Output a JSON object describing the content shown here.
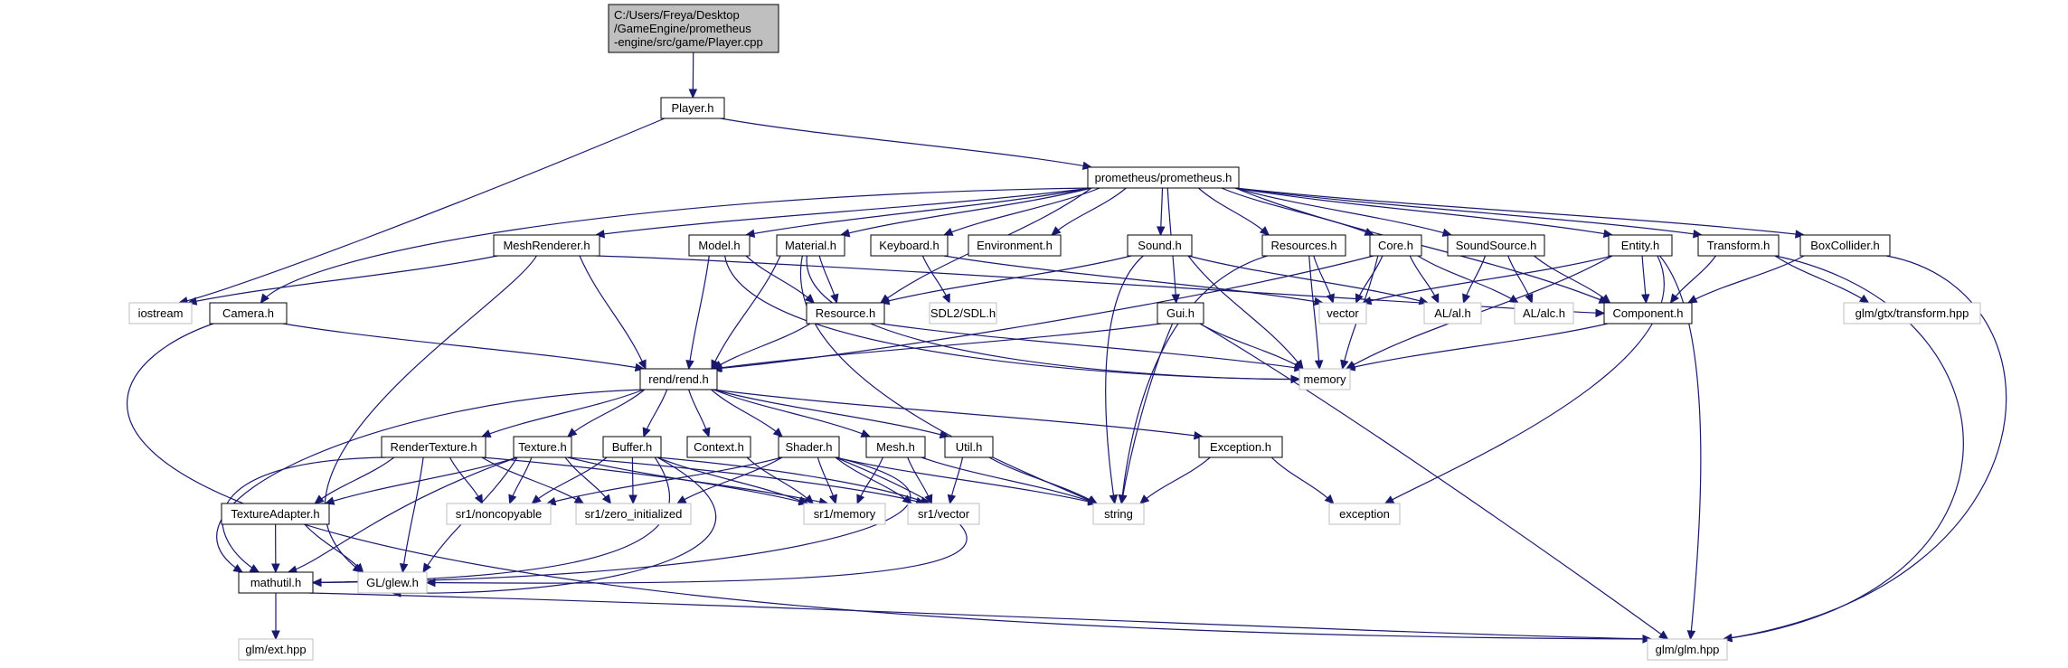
{
  "diagram": {
    "title": "",
    "colors": {
      "edge": "#191970",
      "root_fill": "#bfbfbf",
      "node_border": "#000000",
      "system_border": "#bfbfbf",
      "node_fill": "#ffffff"
    },
    "nodes": [
      {
        "id": "root",
        "kind": "root",
        "lines": [
          "C:/Users/Freya/Desktop",
          "/GameEngine/prometheus",
          "-engine/src/game/Player.cpp"
        ]
      },
      {
        "id": "player_h",
        "kind": "header",
        "lines": [
          "Player.h"
        ]
      },
      {
        "id": "prometheus_h",
        "kind": "header",
        "lines": [
          "prometheus/prometheus.h"
        ]
      },
      {
        "id": "iostream",
        "kind": "system",
        "lines": [
          "iostream"
        ]
      },
      {
        "id": "camera_h",
        "kind": "header",
        "lines": [
          "Camera.h"
        ]
      },
      {
        "id": "meshrenderer_h",
        "kind": "header",
        "lines": [
          "MeshRenderer.h"
        ]
      },
      {
        "id": "model_h",
        "kind": "header",
        "lines": [
          "Model.h"
        ]
      },
      {
        "id": "material_h",
        "kind": "header",
        "lines": [
          "Material.h"
        ]
      },
      {
        "id": "keyboard_h",
        "kind": "header",
        "lines": [
          "Keyboard.h"
        ]
      },
      {
        "id": "environment_h",
        "kind": "header",
        "lines": [
          "Environment.h"
        ]
      },
      {
        "id": "sound_h",
        "kind": "header",
        "lines": [
          "Sound.h"
        ]
      },
      {
        "id": "resources_h",
        "kind": "header",
        "lines": [
          "Resources.h"
        ]
      },
      {
        "id": "core_h",
        "kind": "header",
        "lines": [
          "Core.h"
        ]
      },
      {
        "id": "soundsource_h",
        "kind": "header",
        "lines": [
          "SoundSource.h"
        ]
      },
      {
        "id": "entity_h",
        "kind": "header",
        "lines": [
          "Entity.h"
        ]
      },
      {
        "id": "transform_h",
        "kind": "header",
        "lines": [
          "Transform.h"
        ]
      },
      {
        "id": "boxcollider_h",
        "kind": "header",
        "lines": [
          "BoxCollider.h"
        ]
      },
      {
        "id": "resource_h",
        "kind": "header",
        "lines": [
          "Resource.h"
        ]
      },
      {
        "id": "sdl_h",
        "kind": "system",
        "lines": [
          "SDL2/SDL.h"
        ]
      },
      {
        "id": "gui_h",
        "kind": "header",
        "lines": [
          "Gui.h"
        ]
      },
      {
        "id": "vector",
        "kind": "system",
        "lines": [
          "vector"
        ]
      },
      {
        "id": "al_h",
        "kind": "system",
        "lines": [
          "AL/al.h"
        ]
      },
      {
        "id": "alc_h",
        "kind": "system",
        "lines": [
          "AL/alc.h"
        ]
      },
      {
        "id": "component_h",
        "kind": "header",
        "lines": [
          "Component.h"
        ]
      },
      {
        "id": "glm_gtx_transform",
        "kind": "system",
        "lines": [
          "glm/gtx/transform.hpp"
        ]
      },
      {
        "id": "rend_h",
        "kind": "header",
        "lines": [
          "rend/rend.h"
        ]
      },
      {
        "id": "memory",
        "kind": "system",
        "lines": [
          "memory"
        ]
      },
      {
        "id": "rendertexture_h",
        "kind": "header",
        "lines": [
          "RenderTexture.h"
        ]
      },
      {
        "id": "texture_h",
        "kind": "header",
        "lines": [
          "Texture.h"
        ]
      },
      {
        "id": "buffer_h",
        "kind": "header",
        "lines": [
          "Buffer.h"
        ]
      },
      {
        "id": "context_h",
        "kind": "header",
        "lines": [
          "Context.h"
        ]
      },
      {
        "id": "shader_h",
        "kind": "header",
        "lines": [
          "Shader.h"
        ]
      },
      {
        "id": "mesh_h",
        "kind": "header",
        "lines": [
          "Mesh.h"
        ]
      },
      {
        "id": "util_h",
        "kind": "header",
        "lines": [
          "Util.h"
        ]
      },
      {
        "id": "exception_h",
        "kind": "header",
        "lines": [
          "Exception.h"
        ]
      },
      {
        "id": "textureadapter_h",
        "kind": "header",
        "lines": [
          "TextureAdapter.h"
        ]
      },
      {
        "id": "sr1_noncopyable",
        "kind": "system",
        "lines": [
          "sr1/noncopyable"
        ]
      },
      {
        "id": "sr1_zero_initialized",
        "kind": "system",
        "lines": [
          "sr1/zero_initialized"
        ]
      },
      {
        "id": "sr1_memory",
        "kind": "system",
        "lines": [
          "sr1/memory"
        ]
      },
      {
        "id": "sr1_vector",
        "kind": "system",
        "lines": [
          "sr1/vector"
        ]
      },
      {
        "id": "string",
        "kind": "system",
        "lines": [
          "string"
        ]
      },
      {
        "id": "exception",
        "kind": "system",
        "lines": [
          "exception"
        ]
      },
      {
        "id": "mathutil_h",
        "kind": "header",
        "lines": [
          "mathutil.h"
        ]
      },
      {
        "id": "glew_h",
        "kind": "system",
        "lines": [
          "GL/glew.h"
        ]
      },
      {
        "id": "glm_ext",
        "kind": "system",
        "lines": [
          "glm/ext.hpp"
        ]
      },
      {
        "id": "glm_hpp",
        "kind": "system",
        "lines": [
          "glm/glm.hpp"
        ]
      }
    ],
    "edges": [
      [
        "root",
        "player_h"
      ],
      [
        "player_h",
        "prometheus_h"
      ],
      [
        "player_h",
        "iostream"
      ],
      [
        "prometheus_h",
        "camera_h"
      ],
      [
        "prometheus_h",
        "meshrenderer_h"
      ],
      [
        "prometheus_h",
        "model_h"
      ],
      [
        "prometheus_h",
        "material_h"
      ],
      [
        "prometheus_h",
        "keyboard_h"
      ],
      [
        "prometheus_h",
        "environment_h"
      ],
      [
        "prometheus_h",
        "sound_h"
      ],
      [
        "prometheus_h",
        "resources_h"
      ],
      [
        "prometheus_h",
        "core_h"
      ],
      [
        "prometheus_h",
        "soundsource_h"
      ],
      [
        "prometheus_h",
        "entity_h"
      ],
      [
        "prometheus_h",
        "transform_h"
      ],
      [
        "prometheus_h",
        "boxcollider_h"
      ],
      [
        "prometheus_h",
        "gui_h"
      ],
      [
        "prometheus_h",
        "resource_h"
      ],
      [
        "prometheus_h",
        "component_h"
      ],
      [
        "camera_h",
        "rend_h"
      ],
      [
        "camera_h",
        "glm_hpp"
      ],
      [
        "meshrenderer_h",
        "iostream"
      ],
      [
        "meshrenderer_h",
        "rend_h"
      ],
      [
        "meshrenderer_h",
        "component_h"
      ],
      [
        "meshrenderer_h",
        "glew_h"
      ],
      [
        "model_h",
        "resource_h"
      ],
      [
        "model_h",
        "rend_h"
      ],
      [
        "model_h",
        "memory"
      ],
      [
        "material_h",
        "resource_h"
      ],
      [
        "material_h",
        "rend_h"
      ],
      [
        "material_h",
        "memory"
      ],
      [
        "material_h",
        "string"
      ],
      [
        "keyboard_h",
        "sdl_h"
      ],
      [
        "keyboard_h",
        "vector"
      ],
      [
        "sound_h",
        "resource_h"
      ],
      [
        "sound_h",
        "al_h"
      ],
      [
        "sound_h",
        "memory"
      ],
      [
        "sound_h",
        "string"
      ],
      [
        "resources_h",
        "vector"
      ],
      [
        "resources_h",
        "memory"
      ],
      [
        "resources_h",
        "string"
      ],
      [
        "core_h",
        "vector"
      ],
      [
        "core_h",
        "al_h"
      ],
      [
        "core_h",
        "alc_h"
      ],
      [
        "core_h",
        "memory"
      ],
      [
        "core_h",
        "rend_h"
      ],
      [
        "soundsource_h",
        "al_h"
      ],
      [
        "soundsource_h",
        "alc_h"
      ],
      [
        "soundsource_h",
        "component_h"
      ],
      [
        "entity_h",
        "component_h"
      ],
      [
        "entity_h",
        "vector"
      ],
      [
        "entity_h",
        "memory"
      ],
      [
        "entity_h",
        "exception"
      ],
      [
        "entity_h",
        "glm_hpp"
      ],
      [
        "transform_h",
        "component_h"
      ],
      [
        "transform_h",
        "glm_gtx_transform"
      ],
      [
        "transform_h",
        "glm_hpp"
      ],
      [
        "boxcollider_h",
        "component_h"
      ],
      [
        "boxcollider_h",
        "glm_hpp"
      ],
      [
        "resource_h",
        "rend_h"
      ],
      [
        "resource_h",
        "memory"
      ],
      [
        "gui_h",
        "rend_h"
      ],
      [
        "gui_h",
        "memory"
      ],
      [
        "gui_h",
        "string"
      ],
      [
        "gui_h",
        "glm_hpp"
      ],
      [
        "component_h",
        "memory"
      ],
      [
        "rend_h",
        "rendertexture_h"
      ],
      [
        "rend_h",
        "texture_h"
      ],
      [
        "rend_h",
        "buffer_h"
      ],
      [
        "rend_h",
        "context_h"
      ],
      [
        "rend_h",
        "shader_h"
      ],
      [
        "rend_h",
        "mesh_h"
      ],
      [
        "rend_h",
        "util_h"
      ],
      [
        "rend_h",
        "exception_h"
      ],
      [
        "rend_h",
        "mathutil_h"
      ],
      [
        "rendertexture_h",
        "textureadapter_h"
      ],
      [
        "rendertexture_h",
        "sr1_noncopyable"
      ],
      [
        "rendertexture_h",
        "sr1_zero_initialized"
      ],
      [
        "rendertexture_h",
        "sr1_memory"
      ],
      [
        "rendertexture_h",
        "glew_h"
      ],
      [
        "rendertexture_h",
        "mathutil_h"
      ],
      [
        "texture_h",
        "textureadapter_h"
      ],
      [
        "texture_h",
        "sr1_noncopyable"
      ],
      [
        "texture_h",
        "sr1_zero_initialized"
      ],
      [
        "texture_h",
        "sr1_memory"
      ],
      [
        "texture_h",
        "sr1_vector"
      ],
      [
        "texture_h",
        "glew_h"
      ],
      [
        "texture_h",
        "mathutil_h"
      ],
      [
        "buffer_h",
        "sr1_noncopyable"
      ],
      [
        "buffer_h",
        "sr1_zero_initialized"
      ],
      [
        "buffer_h",
        "sr1_memory"
      ],
      [
        "buffer_h",
        "sr1_vector"
      ],
      [
        "buffer_h",
        "glew_h"
      ],
      [
        "buffer_h",
        "mathutil_h"
      ],
      [
        "context_h",
        "sr1_memory"
      ],
      [
        "shader_h",
        "sr1_noncopyable"
      ],
      [
        "shader_h",
        "sr1_zero_initialized"
      ],
      [
        "shader_h",
        "sr1_memory"
      ],
      [
        "shader_h",
        "sr1_vector"
      ],
      [
        "shader_h",
        "string"
      ],
      [
        "shader_h",
        "glew_h"
      ],
      [
        "shader_h",
        "mathutil_h"
      ],
      [
        "mesh_h",
        "sr1_memory"
      ],
      [
        "mesh_h",
        "sr1_vector"
      ],
      [
        "mesh_h",
        "string"
      ],
      [
        "util_h",
        "sr1_vector"
      ],
      [
        "util_h",
        "string"
      ],
      [
        "exception_h",
        "string"
      ],
      [
        "exception_h",
        "exception"
      ],
      [
        "textureadapter_h",
        "glew_h"
      ],
      [
        "textureadapter_h",
        "mathutil_h"
      ],
      [
        "mathutil_h",
        "glm_ext"
      ],
      [
        "mathutil_h",
        "glm_hpp"
      ]
    ]
  }
}
